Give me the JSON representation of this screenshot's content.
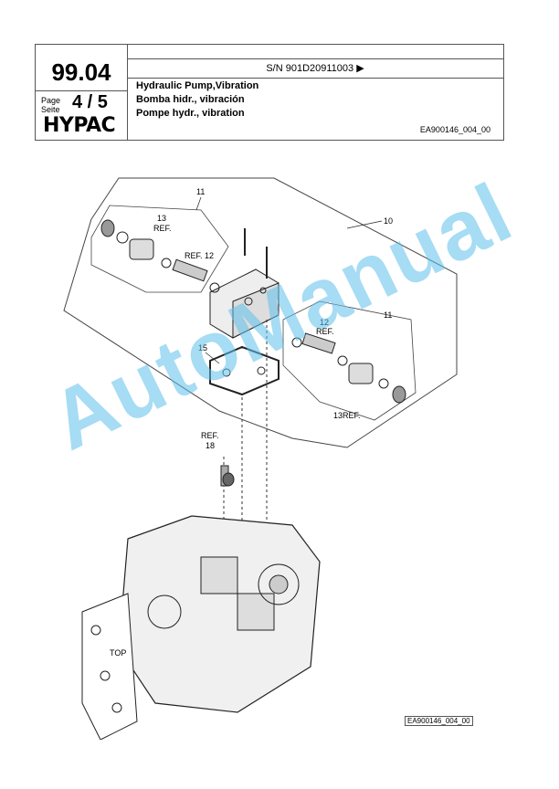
{
  "header": {
    "code": "99.04",
    "page_label": "Page",
    "seite_label": "Seite",
    "page_number": "4 / 5",
    "brand": "HYPAC",
    "serial": "S/N 901D20911003 ▶",
    "title_en": "Hydraulic Pump,Vibration",
    "title_es": "Bomba hidr., vibración",
    "title_fr": "Pompe hydr., vibration",
    "doc_code": "EA900146_004_00"
  },
  "callouts": {
    "c11a": "11",
    "c10": "10",
    "c13a": "13",
    "c13a_ref": "REF.",
    "c12a": "REF. 12",
    "c12b": "12",
    "c12b_ref": "REF.",
    "c11b": "11",
    "c15": "15",
    "c13b": "13REF.",
    "c18_ref": "REF.",
    "c18": "18"
  },
  "watermark": "AutoManual",
  "figure_id": "EA900146_004_00"
}
